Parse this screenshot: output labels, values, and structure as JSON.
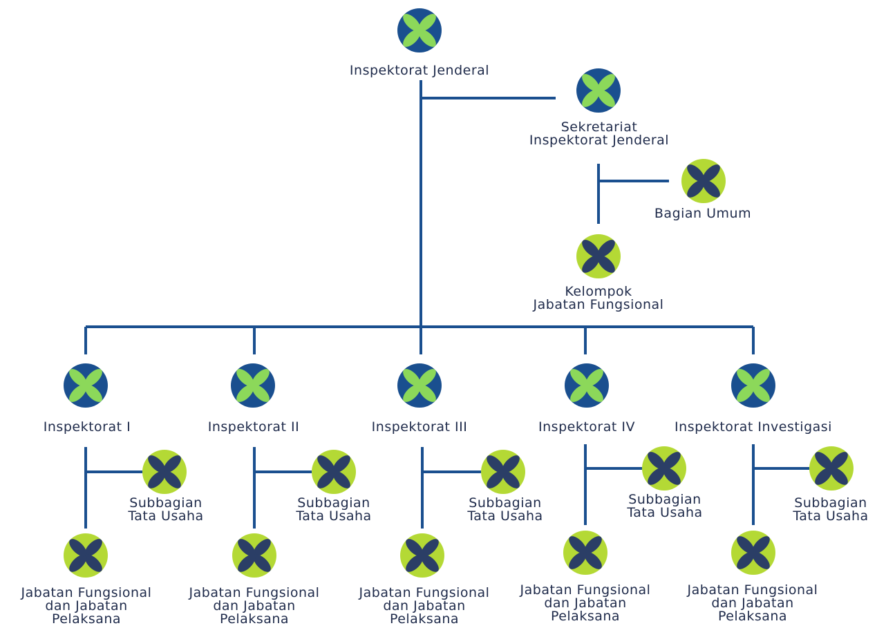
{
  "colors": {
    "line": "#1a4f8f",
    "text": "#1e2a4a",
    "main_circle": "#1a4f8f",
    "main_petal": "#8cd85a",
    "sub_circle": "#b4d935",
    "sub_petal": "#2b3e66"
  },
  "icons": {
    "main": "flower-icon-blue",
    "sub": "flower-icon-green"
  },
  "root": {
    "label": "Inspektorat Jenderal"
  },
  "secretariat": {
    "label_line1": "Sekretariat",
    "label_line2": "Inspektorat Jenderal"
  },
  "bagian_umum": {
    "label": "Bagian Umum"
  },
  "kelompok": {
    "label_line1": "Kelompok",
    "label_line2": "Jabatan Fungsional"
  },
  "inspektorats": [
    {
      "label": "Inspektorat I",
      "sub_line1": "Subbagian",
      "sub_line2": "Tata Usaha",
      "jab_line1": "Jabatan Fungsional",
      "jab_line2": "dan Jabatan",
      "jab_line3": "Pelaksana"
    },
    {
      "label": "Inspektorat II",
      "sub_line1": "Subbagian",
      "sub_line2": "Tata Usaha",
      "jab_line1": "Jabatan Fungsional",
      "jab_line2": "dan Jabatan",
      "jab_line3": "Pelaksana"
    },
    {
      "label": "Inspektorat III",
      "sub_line1": "Subbagian",
      "sub_line2": "Tata Usaha",
      "jab_line1": "Jabatan Fungsional",
      "jab_line2": "dan Jabatan",
      "jab_line3": "Pelaksana"
    },
    {
      "label": "Inspektorat IV",
      "sub_line1": "Subbagian",
      "sub_line2": "Tata Usaha",
      "jab_line1": "Jabatan Fungsional",
      "jab_line2": "dan Jabatan",
      "jab_line3": "Pelaksana"
    },
    {
      "label": "Inspektorat Investigasi",
      "sub_line1": "Subbagian",
      "sub_line2": "Tata Usaha",
      "jab_line1": "Jabatan Fungsional",
      "jab_line2": "dan Jabatan",
      "jab_line3": "Pelaksana"
    }
  ]
}
